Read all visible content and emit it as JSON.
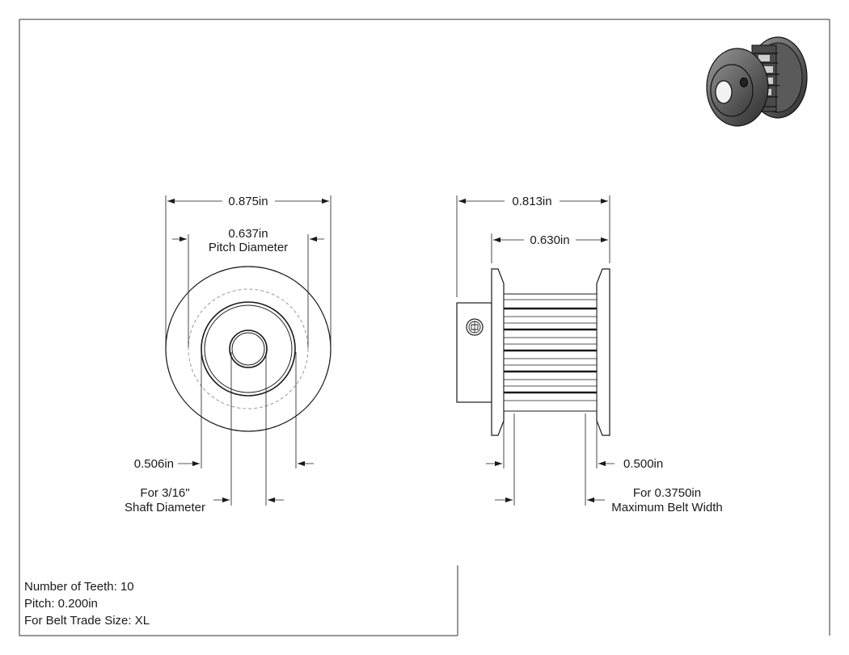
{
  "front_view": {
    "outer_diameter": "0.875in",
    "pitch_diameter_value": "0.637in",
    "pitch_diameter_label": "Pitch Diameter",
    "hub_diameter": "0.506in",
    "shaft_line1": "For 3/16\"",
    "shaft_line2": "Shaft Diameter"
  },
  "side_view": {
    "overall_length": "0.813in",
    "flange_span": "0.630in",
    "tooth_width": "0.500in",
    "belt_line1": "For 0.3750in",
    "belt_line2": "Maximum Belt Width"
  },
  "notes": {
    "teeth": "Number of Teeth: 10",
    "pitch": "Pitch: 0.200in",
    "belt_size": "For Belt Trade Size: XL"
  }
}
